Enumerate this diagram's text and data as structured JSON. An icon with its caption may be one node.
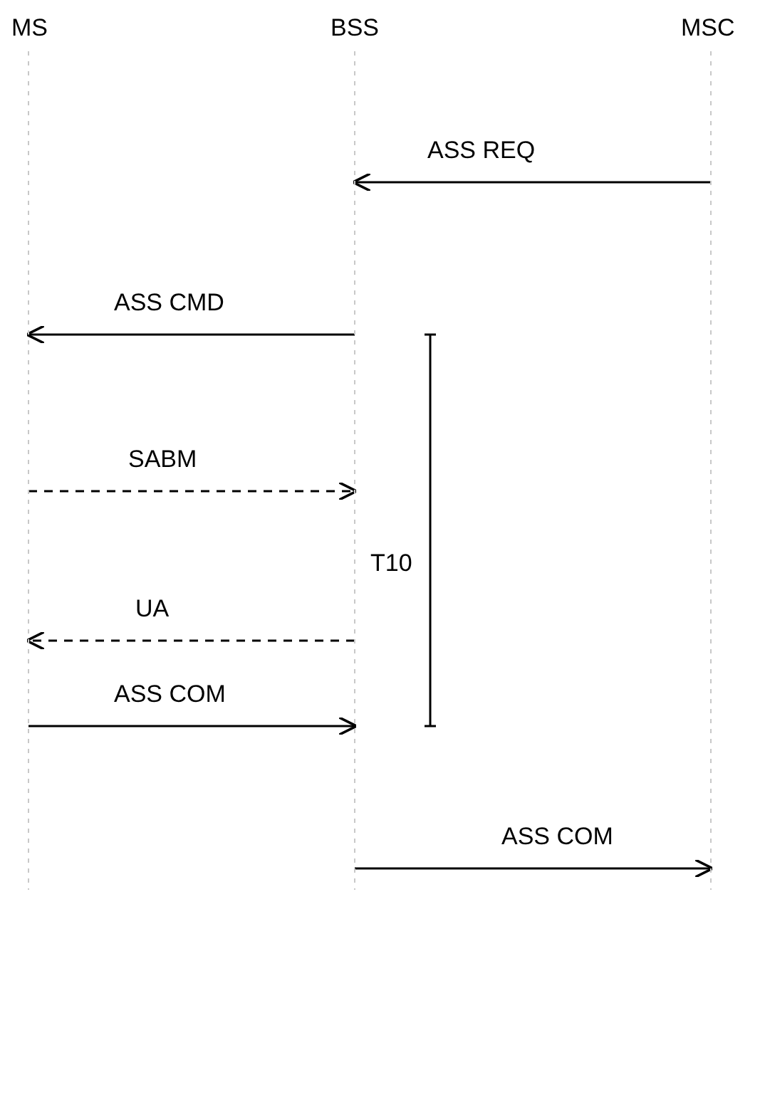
{
  "diagram": {
    "nodes": [
      {
        "text": [
          "MS"
        ]
      },
      {
        "text": [
          "BSS"
        ]
      },
      {
        "text": [
          "MSC"
        ]
      }
    ],
    "edges": [
      {
        "from": 2,
        "to": 1,
        "arrow": "to",
        "label": "ASS REQ"
      },
      {
        "from": 1,
        "to": 0,
        "arrow": "to",
        "label": "ASS CMD"
      },
      {
        "from": 0,
        "to": 1,
        "arrow": "to",
        "label": "SABM",
        "style": "dashed"
      },
      {
        "from": 1,
        "to": 0,
        "arrow": "to",
        "label": "UA",
        "style": "dashed"
      },
      {
        "from": 0,
        "to": 1,
        "arrow": "to",
        "label": "ASS COM"
      },
      {
        "from": 1,
        "to": 2,
        "arrow": "to",
        "label": "ASS COM"
      }
    ],
    "labels": [
      "T10"
    ]
  }
}
